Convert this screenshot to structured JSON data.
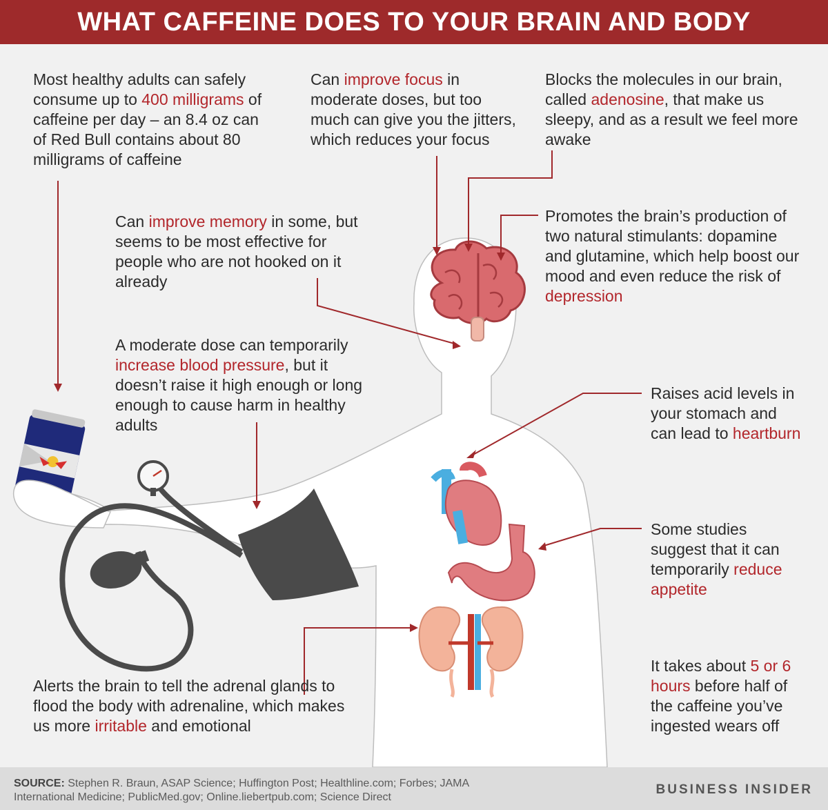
{
  "title": "WHAT CAFFEINE DOES TO YOUR BRAIN AND BODY",
  "callouts": {
    "daily_limit": {
      "pre": "Most healthy adults can safely consume up to ",
      "hl": "400 milligrams",
      "post": " of caffeine per day – an 8.4 oz can of Red Bull contains about 80 milligrams of caffeine"
    },
    "focus": {
      "pre": "Can ",
      "hl": "improve focus",
      "post": " in moderate doses, but too much can give you the jitters, which reduces your focus"
    },
    "adenosine": {
      "pre": "Blocks the molecules in our brain, called ",
      "hl": "adenosine",
      "post": ", that make us sleepy, and as a result we feel more awake"
    },
    "memory": {
      "pre": "Can ",
      "hl": "improve memory",
      "post": " in some, but seems to be most effective for people who are not hooked on it already"
    },
    "stimulants": {
      "pre": "Promotes the brain’s production of two natural stimulants: dopamine and glutamine, which help boost our mood and even reduce the risk of ",
      "hl": "depression",
      "post": ""
    },
    "blood_pressure": {
      "pre": "A moderate dose can temporarily ",
      "hl": "increase blood pressure",
      "post": ", but it doesn’t raise it high enough or long enough to cause harm in healthy adults"
    },
    "heartburn": {
      "pre": "Raises acid levels in your stomach and can lead to ",
      "hl": "heartburn",
      "post": ""
    },
    "appetite": {
      "pre": "Some studies suggest that it can temporarily ",
      "hl": "reduce appetite",
      "post": ""
    },
    "adrenaline": {
      "pre": "Alerts the brain to tell the adrenal glands to flood the body with adrenaline, which makes us more ",
      "hl": "irritable",
      "post": " and emotional"
    },
    "half_life": {
      "pre": "It takes about ",
      "hl": "5 or 6 hours",
      "post": " before half of the caffeine you’ve ingested wears off"
    }
  },
  "footer": {
    "source_label": "SOURCE:",
    "source_text": " Stephen R. Braun, ASAP Science; Huffington Post; Healthline.com; Forbes; JAMA International Medicine; PublicMed.gov; Online.liebertpub.com; Science Direct",
    "brand": "BUSINESS INSIDER"
  },
  "colors": {
    "accent": "#9e2a2b",
    "highlight": "#b2262b",
    "arrow": "#a0282b",
    "body_fill": "#ffffff",
    "organ": "#e07c80",
    "vein": "#4aaee0",
    "kidney": "#f3b39a",
    "cuff": "#4a4a4a"
  }
}
